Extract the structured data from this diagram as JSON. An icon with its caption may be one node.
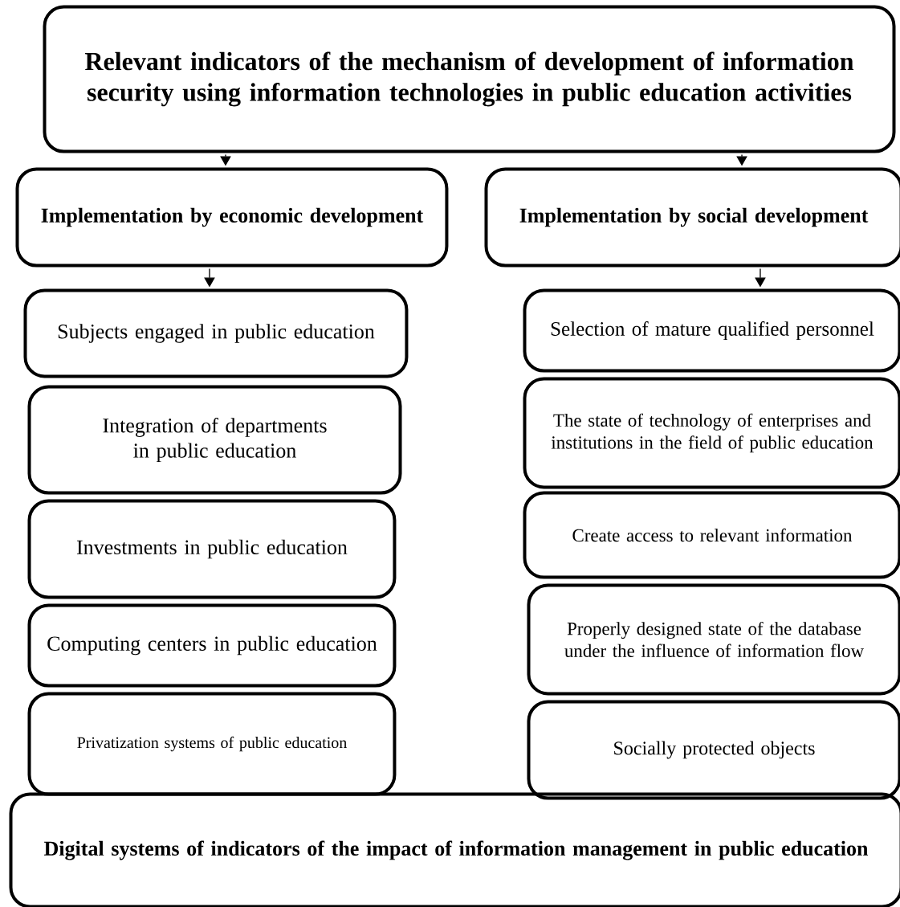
{
  "diagram": {
    "nodes": [
      {
        "text": [
          "Relevant indicators of the mechanism of development of information security using information technologies in public education activities"
        ]
      },
      {
        "text": [
          "Implementation by economic development"
        ]
      },
      {
        "text": [
          "Implementation by social development"
        ]
      },
      {
        "text": [
          "Subjects engaged in public education"
        ]
      },
      {
        "text": [
          "Integration of departments in public education"
        ]
      },
      {
        "text": [
          "Investments in public education"
        ]
      },
      {
        "text": [
          "Computing centers in public education"
        ]
      },
      {
        "text": [
          "Privatization systems of public education"
        ]
      },
      {
        "text": [
          "Selection of mature qualified personnel"
        ]
      },
      {
        "text": [
          "The state of technology of enterprises and institutions in the field of public education"
        ]
      },
      {
        "text": [
          "Create access to relevant information"
        ]
      },
      {
        "text": [
          "Properly designed state of the database under the influence of information flow"
        ]
      },
      {
        "text": [
          "Socially protected objects"
        ]
      },
      {
        "text": [
          "Digital systems of indicators of the impact of information management in public education"
        ]
      }
    ],
    "edges": [
      {
        "from": 0,
        "to": 1,
        "arrow": "to"
      },
      {
        "from": 0,
        "to": 2,
        "arrow": "to"
      },
      {
        "from": 1,
        "to": 3,
        "arrow": "to"
      },
      {
        "from": 2,
        "to": 8,
        "arrow": "to"
      }
    ]
  }
}
